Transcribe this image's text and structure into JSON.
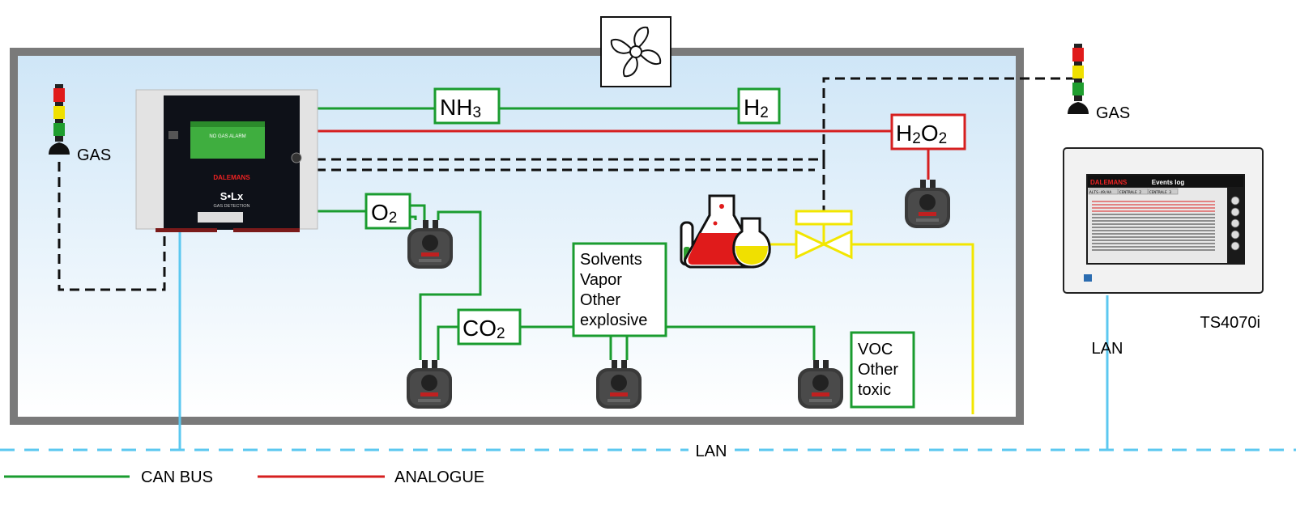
{
  "controller": {
    "brand": "DALEMANS",
    "model": "S•Lx",
    "subtitle": "GAS DETECTION",
    "screen_status": "NO GAS ALARM"
  },
  "gases": {
    "nh3": {
      "main": "NH",
      "sub": "3"
    },
    "h2": {
      "main": "H",
      "sub": "2"
    },
    "h2o2": {
      "p1": "H",
      "s1": "2",
      "p2": "O",
      "s2": "2"
    },
    "o2": {
      "main": "O",
      "sub": "2"
    },
    "co2": {
      "main": "CO",
      "sub": "2"
    }
  },
  "boxes": {
    "solvents": [
      "Solvents",
      "Vapor",
      "Other",
      "explosive"
    ],
    "voc": [
      "VOC",
      "Other",
      "toxic"
    ]
  },
  "beacons": {
    "left_label": "GAS",
    "right_label": "GAS"
  },
  "touchscreen": {
    "brand": "DALEMANS",
    "title": "Events log",
    "tabs": [
      "ALTS-49/AA",
      "CENTRALE 2",
      "CENTRALE 3"
    ],
    "model": "TS4070i"
  },
  "network": {
    "lan_vertical": "LAN",
    "lan_bottom": "LAN"
  },
  "legend": {
    "can_bus": "CAN BUS",
    "analogue": "ANALOGUE",
    "colors": {
      "can_bus": "#1a9c2f",
      "analogue": "#d61f1f",
      "lan": "#5cc8f0",
      "valve": "#f2e600"
    }
  }
}
